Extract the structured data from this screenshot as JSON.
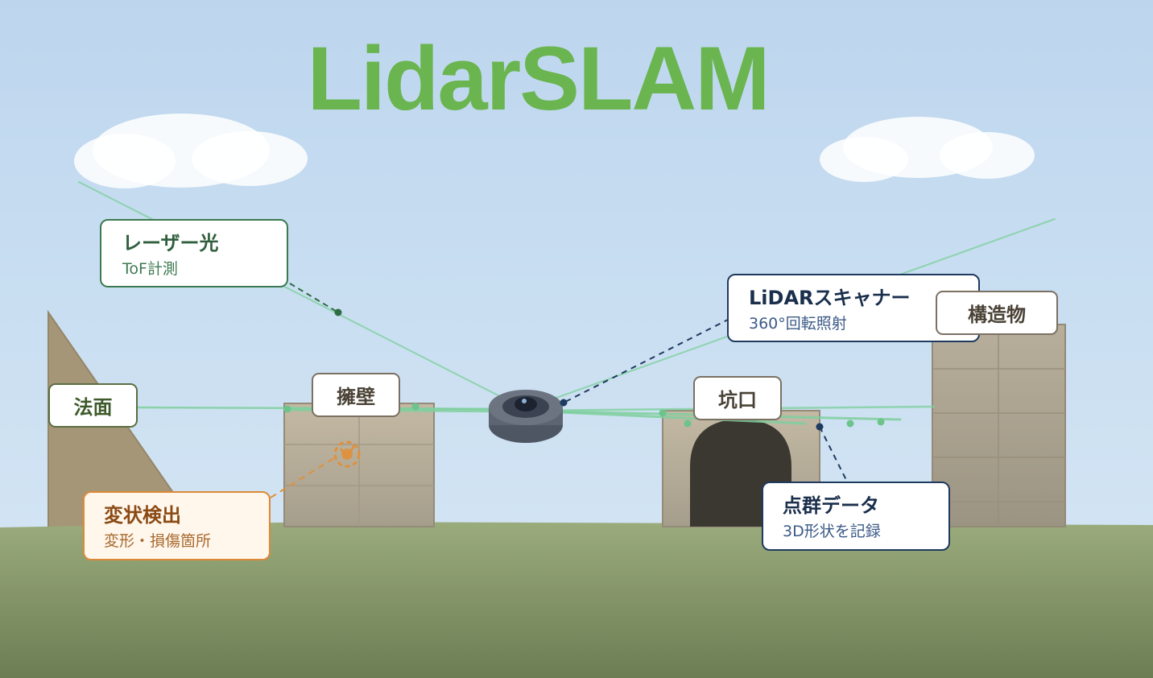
{
  "title": "LidarSLAM",
  "colors": {
    "sky_top": "#bfd7ee",
    "sky_bottom": "#d6e6f4",
    "ground_top": "#98a87a",
    "ground_bottom": "#6e7f55",
    "laser": "#7fcf9f",
    "title_green": "#6ab550",
    "structure": "#b3aa98",
    "tunnel": "#3b3831",
    "orange": "#e0903a",
    "navy": "#1f3a5f"
  },
  "callouts": {
    "laser": {
      "title": "レーザー光",
      "subtitle": "ToF計測"
    },
    "lidar": {
      "title": "LiDARスキャナー",
      "subtitle": "360°回転照射"
    },
    "deformation": {
      "title": "変状検出",
      "subtitle": "変形・損傷箇所"
    },
    "pointcloud": {
      "title": "点群データ",
      "subtitle": "3D形状を記録"
    }
  },
  "labels": {
    "slope": "法面",
    "retaining_wall": "擁壁",
    "tunnel_portal": "坑口",
    "structure": "構造物"
  },
  "icons": {
    "scanner": "lidar-scanner-icon",
    "deformation_marker": "deformation-marker-icon"
  }
}
